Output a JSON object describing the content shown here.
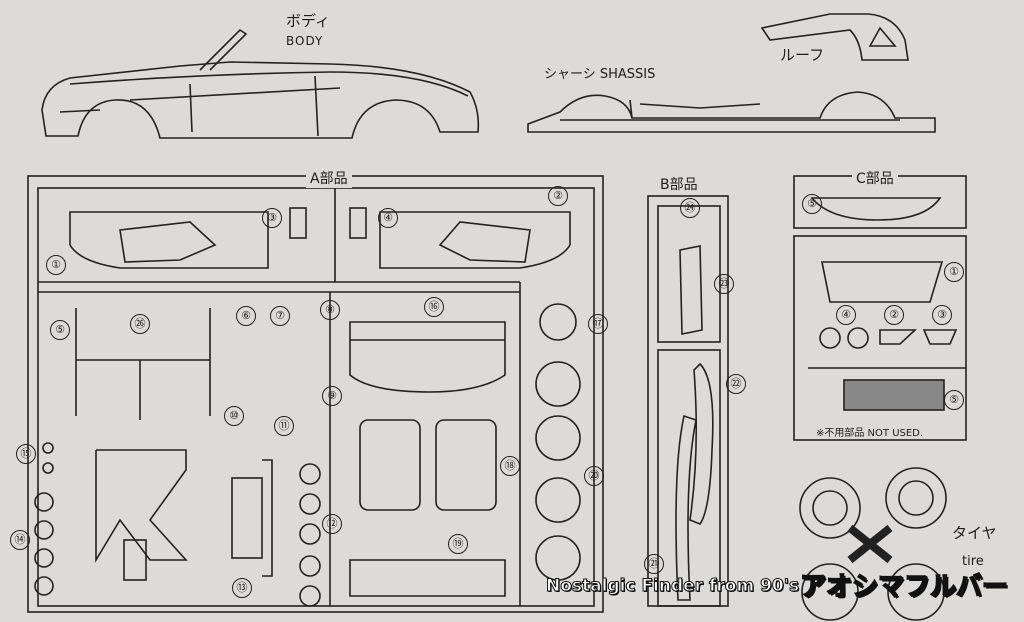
{
  "labels": {
    "body_jp": "ボディ",
    "body_en": "BODY",
    "roof_jp": "ルーフ",
    "chassis": "シャーシ SHASSIS",
    "a_parts": "A部品",
    "b_parts": "B部品",
    "c_parts": "C部品",
    "not_used": "※不用部品 NOT USED.",
    "tire_jp": "タイヤ",
    "tire_en": "tire"
  },
  "part_numbers": {
    "a": [
      "①",
      "②",
      "③",
      "④",
      "⑤",
      "⑥",
      "⑦",
      "⑧",
      "⑨",
      "⑩",
      "⑪",
      "⑫",
      "⑬",
      "⑭",
      "⑮",
      "⑯",
      "⑰",
      "⑱",
      "⑲",
      "⑳",
      "㉑",
      "㉖"
    ],
    "b": [
      "㉒",
      "㉓",
      "㉔"
    ],
    "c": [
      "①",
      "②",
      "③",
      "④",
      "⑤",
      "⑤"
    ]
  },
  "watermark": {
    "left": "Nostalgic Finder from 90's",
    "right": "アオシマフルバー"
  },
  "colors": {
    "paper": "#dcdbd9",
    "ink": "#1d1d1d",
    "watermark_fill": "#ffffff",
    "watermark_stroke": "#111111"
  }
}
